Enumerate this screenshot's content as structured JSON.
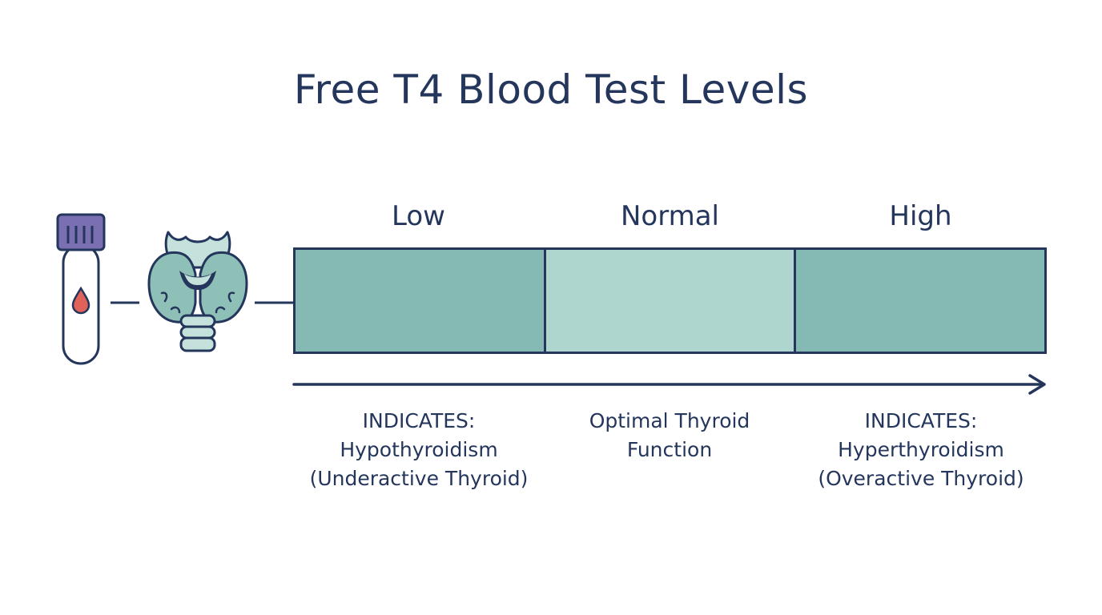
{
  "title": "Free T4 Blood Test Levels",
  "colors": {
    "ink": "#24365c",
    "low_fill": "#84bab3",
    "normal_fill": "#aed6cf",
    "high_fill": "#84bab3",
    "tube_cap": "#7a6fb0",
    "blood_drop": "#e0625a",
    "thyroid_fill": "#8fc0b8"
  },
  "icons": [
    "blood-tube-icon",
    "thyroid-gland-icon",
    "arrow-right-icon"
  ],
  "levels": [
    {
      "label": "Low",
      "description": [
        "INDICATES:",
        "Hypothyroidism",
        "(Underactive Thyroid)"
      ]
    },
    {
      "label": "Normal",
      "description": [
        "Optimal Thyroid",
        "Function"
      ]
    },
    {
      "label": "High",
      "description": [
        "INDICATES:",
        "Hyperthyroidism",
        "(Overactive Thyroid)"
      ]
    }
  ]
}
